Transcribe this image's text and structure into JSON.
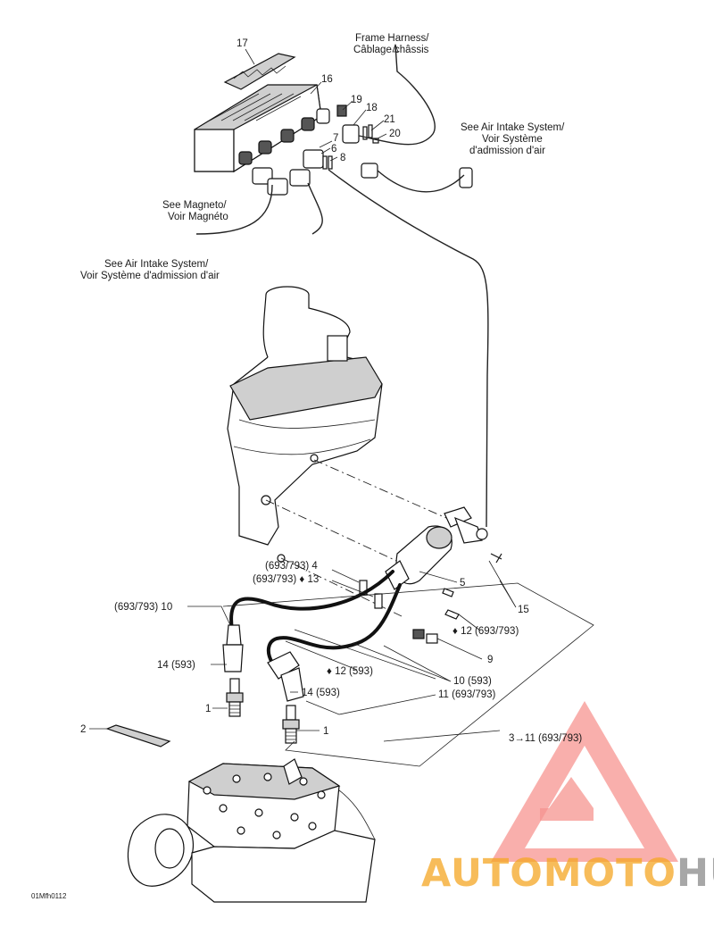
{
  "labels": {
    "frame_harness": [
      "Frame Harness/",
      "Câblage châssis"
    ],
    "see_air_intake_top": [
      "See Air Intake System/",
      "Voir Système",
      "d'admission d'air"
    ],
    "see_magneto": [
      "See Magneto/",
      "Voir Magnéto"
    ],
    "see_air_intake_left": [
      "See Air Intake System/",
      "Voir Système d'admission d'air"
    ]
  },
  "callouts": {
    "c17": "17",
    "c16": "16",
    "c19": "19",
    "c18": "18",
    "c21": "21",
    "c20": "20",
    "c6": "6",
    "c7": "7",
    "c8": "8",
    "c4": "(693/793) 4",
    "c13": "(693/793) ♦ 13",
    "c5": "5",
    "c15": "15",
    "c10a": "(693/793) 10",
    "c12a": "♦ 12 (693/793)",
    "c9": "9",
    "c14a": "14 (593)",
    "c12b": "♦ 12 (593)",
    "c10b": "10 (593)",
    "c14b": "14 (593)",
    "c11": "11 (693/793)",
    "c1a": "1",
    "c1b": "1",
    "c2": "2",
    "c3": "3→11 (693/793)"
  },
  "figure_code": "01Mfh0112",
  "watermark": {
    "part1": "AUTOMOTO",
    "part2": "HUB",
    "color_red": "#ef3e36",
    "color_orange": "#f5a623",
    "color_gray": "#8a8a8a"
  }
}
